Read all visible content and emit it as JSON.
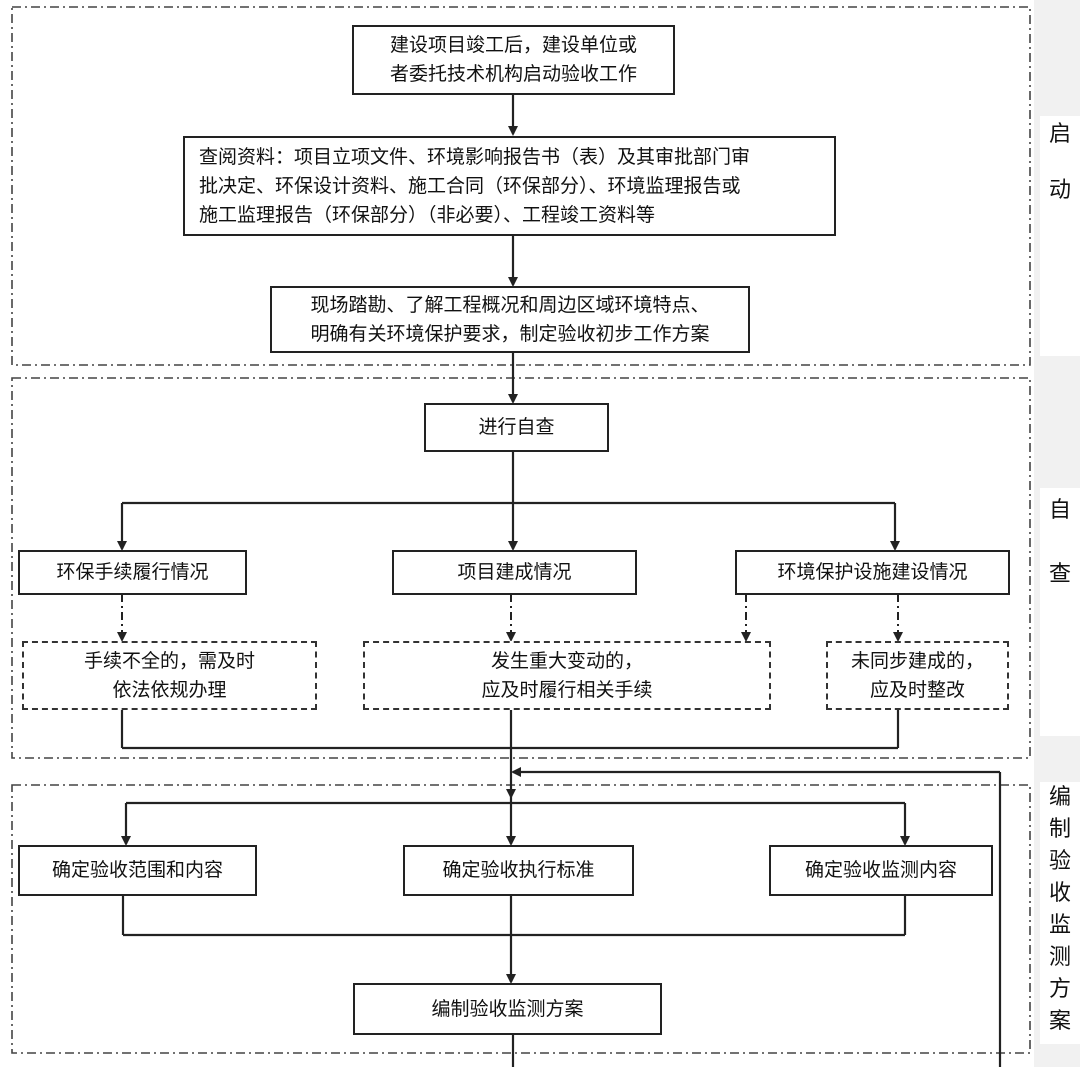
{
  "stages": [
    {
      "id": "start",
      "chars": [
        "启",
        "动"
      ]
    },
    {
      "id": "selfcheck",
      "chars": [
        "自",
        "查"
      ]
    },
    {
      "id": "plan",
      "chars": [
        "编",
        "制",
        "验",
        "收",
        "监",
        "测",
        "方",
        "案"
      ]
    }
  ],
  "nodes": {
    "start_work": "建设项目竣工后，建设单位或\n者委托技术机构启动验收工作",
    "review_docs": "查阅资料：项目立项文件、环境影响报告书（表）及其审批部门审\n批决定、环保设计资料、施工合同（环保部分）、环境监理报告或\n施工监理报告（环保部分）（非必要）、工程竣工资料等",
    "site_survey": "现场踏勘、了解工程概况和周边区域环境特点、\n明确有关环境保护要求，制定验收初步工作方案",
    "self_check": "进行自查",
    "env_procedures": "环保手续履行情况",
    "project_completion": "项目建成情况",
    "env_facilities": "环境保护设施建设情况",
    "incomplete_procedures": "手续不全的，需及时\n依法依规办理",
    "major_change": "发生重大变动的，\n应及时履行相关手续",
    "not_synchronous": "未同步建成的，\n应及时整改",
    "acceptance_scope": "确定验收范围和内容",
    "acceptance_standard": "确定验收执行标准",
    "monitoring_content": "确定验收监测内容",
    "monitoring_plan": "编制验收监测方案"
  },
  "colors": {
    "line": "#222222",
    "box_border": "#222222",
    "region_border": "#444444",
    "side_strip": "#f1f1f1"
  }
}
